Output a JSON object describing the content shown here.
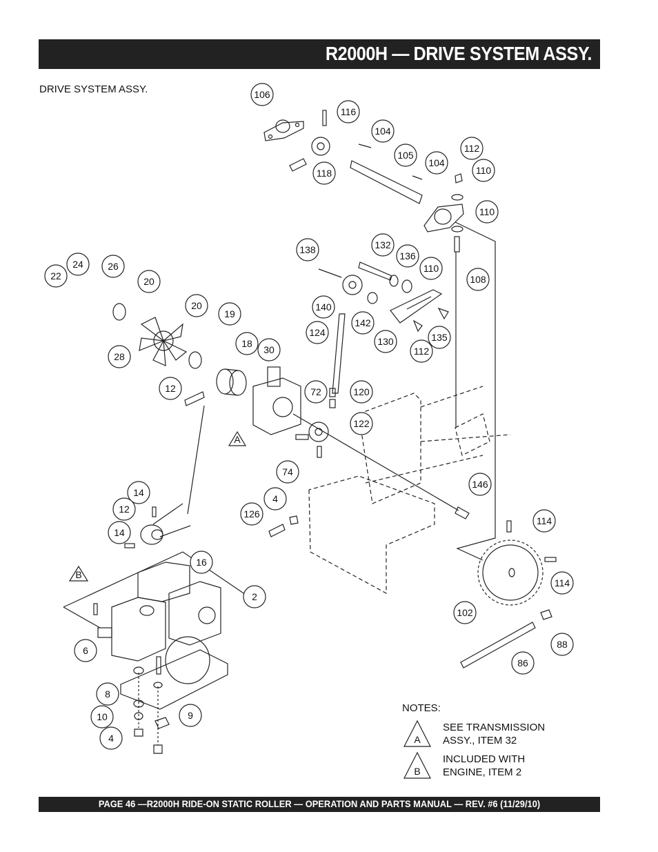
{
  "header": {
    "title": "R2000H — DRIVE SYSTEM ASSY."
  },
  "subtitle": "DRIVE SYSTEM ASSY.",
  "callouts": [
    {
      "label": "106"
    },
    {
      "label": "116"
    },
    {
      "label": "104"
    },
    {
      "label": "105"
    },
    {
      "label": "104"
    },
    {
      "label": "112"
    },
    {
      "label": "110"
    },
    {
      "label": "118"
    },
    {
      "label": "110"
    },
    {
      "label": "108"
    },
    {
      "label": "138"
    },
    {
      "label": "132"
    },
    {
      "label": "136"
    },
    {
      "label": "110"
    },
    {
      "label": "140"
    },
    {
      "label": "142"
    },
    {
      "label": "130"
    },
    {
      "label": "112"
    },
    {
      "label": "135"
    },
    {
      "label": "124"
    },
    {
      "label": "24"
    },
    {
      "label": "26"
    },
    {
      "label": "22"
    },
    {
      "label": "20"
    },
    {
      "label": "20"
    },
    {
      "label": "19"
    },
    {
      "label": "18"
    },
    {
      "label": "30"
    },
    {
      "label": "28"
    },
    {
      "label": "12"
    },
    {
      "label": "72"
    },
    {
      "label": "120"
    },
    {
      "label": "122"
    },
    {
      "label": "74"
    },
    {
      "label": "146"
    },
    {
      "label": "4"
    },
    {
      "label": "126"
    },
    {
      "label": "14"
    },
    {
      "label": "12"
    },
    {
      "label": "14"
    },
    {
      "label": "16"
    },
    {
      "label": "114"
    },
    {
      "label": "114"
    },
    {
      "label": "102"
    },
    {
      "label": "88"
    },
    {
      "label": "86"
    },
    {
      "label": "2"
    },
    {
      "label": "6"
    },
    {
      "label": "8"
    },
    {
      "label": "9"
    },
    {
      "label": "10"
    },
    {
      "label": "4"
    }
  ],
  "triangles": [
    {
      "letter": "A"
    },
    {
      "letter": "B"
    }
  ],
  "notes": {
    "title": "NOTES:",
    "items": [
      {
        "letter": "A",
        "text": "SEE TRANSMISSION\nASSY., ITEM 32"
      },
      {
        "letter": "B",
        "text": "INCLUDED WITH\nENGINE, ITEM 2"
      }
    ]
  },
  "footer": {
    "text": "PAGE 46 —R2000H RIDE-ON STATIC ROLLER  — OPERATION AND PARTS MANUAL — REV. #6 (11/29/10)"
  }
}
